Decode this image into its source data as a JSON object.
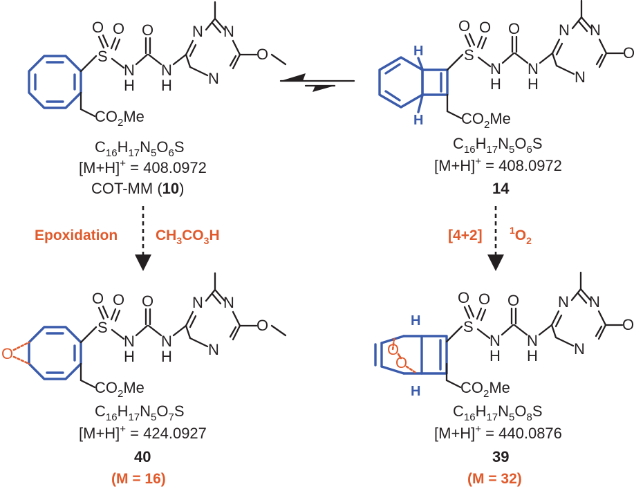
{
  "compounds": {
    "cot_mm": {
      "formula_parts": [
        "C",
        "16",
        "H",
        "17",
        "N",
        "5",
        "O",
        "6",
        "S"
      ],
      "mass_label": "[M+H]",
      "mass_sup": "+",
      "mass_value": " =  408.0972",
      "name_prefix": "COT-MM (",
      "name_num": "10",
      "name_suffix": ")"
    },
    "c14": {
      "formula_parts": [
        "C",
        "16",
        "H",
        "17",
        "N",
        "5",
        "O",
        "6",
        "S"
      ],
      "mass_label": "[M+H]",
      "mass_sup": "+",
      "mass_value": " =  408.0972",
      "id": "14"
    },
    "c40": {
      "formula_parts": [
        "C",
        "16",
        "H",
        "17",
        "N",
        "5",
        "O",
        "7",
        "S"
      ],
      "mass_label": "[M+H]",
      "mass_sup": "+",
      "mass_value": " =  424.0927",
      "id": "40",
      "delta": "(M = 16)"
    },
    "c39": {
      "formula_parts": [
        "C",
        "16",
        "H",
        "17",
        "N",
        "5",
        "O",
        "8",
        "S"
      ],
      "mass_label": "[M+H]",
      "mass_sup": "+",
      "mass_value": " =  440.0876",
      "id": "39",
      "delta": "(M = 32)"
    }
  },
  "reactions": {
    "left_label": "Epoxidation",
    "left_reagent": [
      "CH",
      "3",
      "CO",
      "3",
      "H"
    ],
    "right_label": "[4+2]",
    "right_reagent_sup": "1",
    "right_reagent": [
      "O",
      "2"
    ]
  },
  "atoms": {
    "S": "S",
    "O": "O",
    "N": "N",
    "H": "H",
    "ester": [
      "CO",
      "2",
      "Me"
    ]
  },
  "colors": {
    "ring": "#3a5bab",
    "reaction": "#e05a2b",
    "ink": "#231f20"
  }
}
